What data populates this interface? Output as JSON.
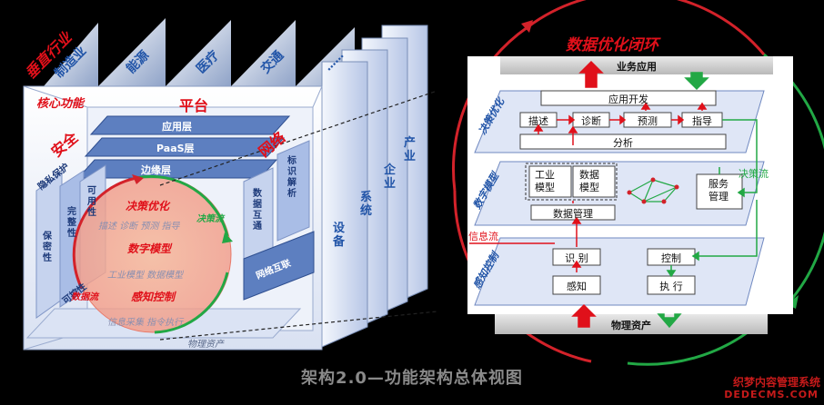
{
  "left": {
    "vertical_industry": "垂直行业",
    "industries": [
      "制造业",
      "能源",
      "医疗",
      "交通"
    ],
    "dots": "……",
    "core_function": "核心功能",
    "platform": "平台",
    "security": "安全",
    "network": "网络",
    "layers": {
      "app": "应用层",
      "paas": "PaaS层",
      "edge": "边缘层"
    },
    "security_items": [
      "隐私保护",
      "可用性",
      "完整性",
      "保密性",
      "可控性"
    ],
    "network_items": [
      "标识解析",
      "数据互通",
      "网络互联"
    ],
    "loop": {
      "decision": "决策优化",
      "decision_items": "描述 诊断 预测 指导",
      "data_model": "数字模型",
      "model_items": "工业模型 数据模型",
      "sense": "感知控制",
      "sense_items": "信息采集 指令执行",
      "decision_flow": "决策流",
      "info_flow": "数据流",
      "physical": "物理资产"
    },
    "sheets": [
      "设备",
      "系统",
      "企业",
      "产业"
    ]
  },
  "right": {
    "title": "数据优化闭环",
    "business_app": "业务应用",
    "physical_asset": "物理资产",
    "decision_layer": "决策优化",
    "app_dev": "应用开发",
    "analysis_steps": [
      "描述",
      "诊断",
      "预测",
      "指导"
    ],
    "analysis": "分析",
    "model_layer": "数字模型",
    "industrial_model": "工业模型",
    "data_model": "数据模型",
    "data_mgmt": "数据管理",
    "service_mgmt": "服务管理",
    "decision_flow": "决策流",
    "info_flow": "信息流",
    "sense_layer": "感知控制",
    "identify": "识 别",
    "perceive": "感知",
    "control": "控制",
    "execute": "执 行"
  },
  "caption": "架构2.0—功能架构总体视图",
  "watermark": {
    "line1": "织梦内容管理系统",
    "line2": "DEDECMS.COM"
  },
  "colors": {
    "red": "#e0101a",
    "green": "#1aa53a",
    "blue": "#2f5fa7",
    "paleblue": "#dfe6f6"
  }
}
